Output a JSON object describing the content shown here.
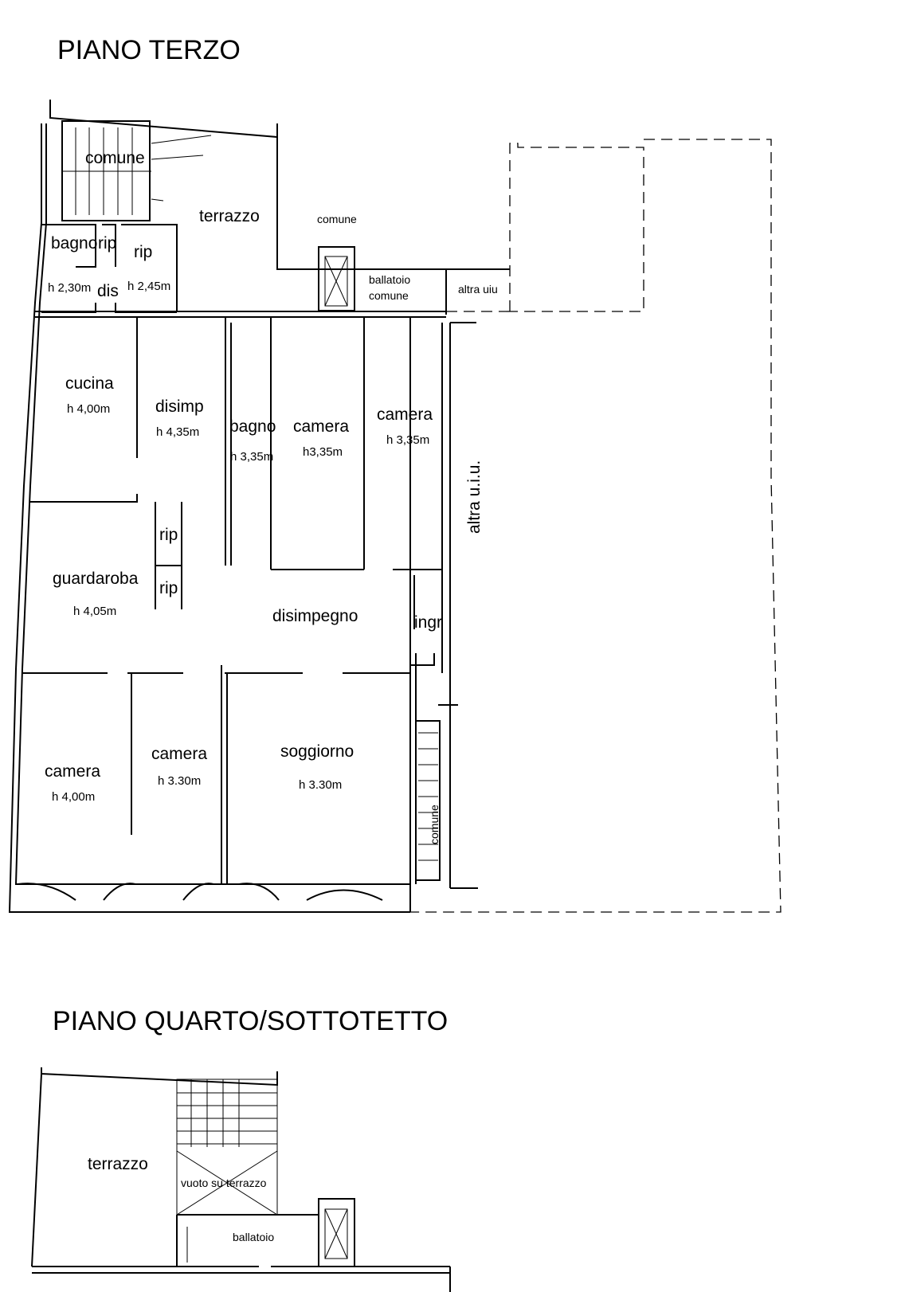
{
  "floors": {
    "third": {
      "title": "PIANO TERZO",
      "rooms": {
        "comune_stairs": "comune",
        "terrazzo": "terrazzo",
        "comune_lift": "comune",
        "bagno_small": "bagno",
        "rip_a": "rip",
        "rip_b": "rip",
        "h_bagno_small": "h 2,30m",
        "dis": "dis",
        "h_rip_b": "h 2,45m",
        "ballatoio": "ballatoio",
        "ballatoio_comune": "comune",
        "altra_uiu": "altra uiu",
        "cucina": "cucina",
        "h_cucina": "h 4,00m",
        "disimp": "disimp",
        "h_disimp": "h 4,35m",
        "bagno": "bagno",
        "h_bagno": "h 3,35m",
        "camera_1": "camera",
        "h_camera_1": "h3,35m",
        "camera_2": "camera",
        "h_camera_2": "h 3,35m",
        "altra_uiu_vertical": "altra u.i.u.",
        "rip_c": "rip",
        "rip_d": "rip",
        "guardaroba": "guardaroba",
        "h_guardaroba": "h 4,05m",
        "disimpegno": "disimpegno",
        "ingr": "ingr",
        "camera_3": "camera",
        "h_camera_3": "h 4,00m",
        "camera_4": "camera",
        "h_camera_4": "h 3.30m",
        "soggiorno": "soggiorno",
        "h_soggiorno": "h 3.30m",
        "comune_vertical": "comune"
      }
    },
    "fourth": {
      "title": "PIANO QUARTO/SOTTOTETTO",
      "rooms": {
        "terrazzo": "terrazzo",
        "vuoto": "vuoto su terrazzo",
        "ballatoio": "ballatoio"
      }
    }
  }
}
